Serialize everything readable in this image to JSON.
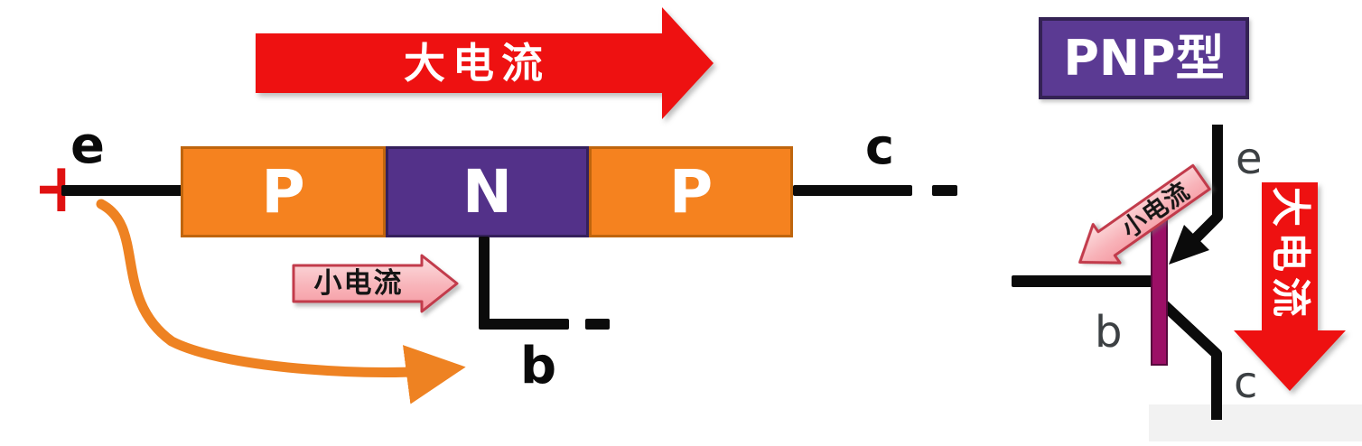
{
  "colors": {
    "big_arrow_red": "#ee1111",
    "block_orange": "#f5821f",
    "block_purple": "#533189",
    "title_box_purple": "#5b3a93",
    "small_arrow_pink_fill": "#f8b9bd",
    "small_arrow_border": "#c23b4b",
    "base_bar_magenta": "#9c0f66",
    "flow_arrow_orange": "#ee8222",
    "wire_black": "#0b0b0b",
    "symbol_label_gray": "#3c4043",
    "plus_sign_red": "#e01111"
  },
  "junction_diagram": {
    "big_current_label": "大电流",
    "small_current_label": "小电流",
    "plus_sign": "+",
    "emitter_label": "e",
    "collector_label": "c",
    "base_label": "b",
    "blocks": [
      {
        "label": "P"
      },
      {
        "label": "N"
      },
      {
        "label": "P"
      }
    ]
  },
  "symbol_diagram": {
    "title": "PNP型",
    "emitter_label": "e",
    "base_label": "b",
    "collector_label": "c",
    "big_current_label": "大电流",
    "small_current_label": "小电流"
  }
}
